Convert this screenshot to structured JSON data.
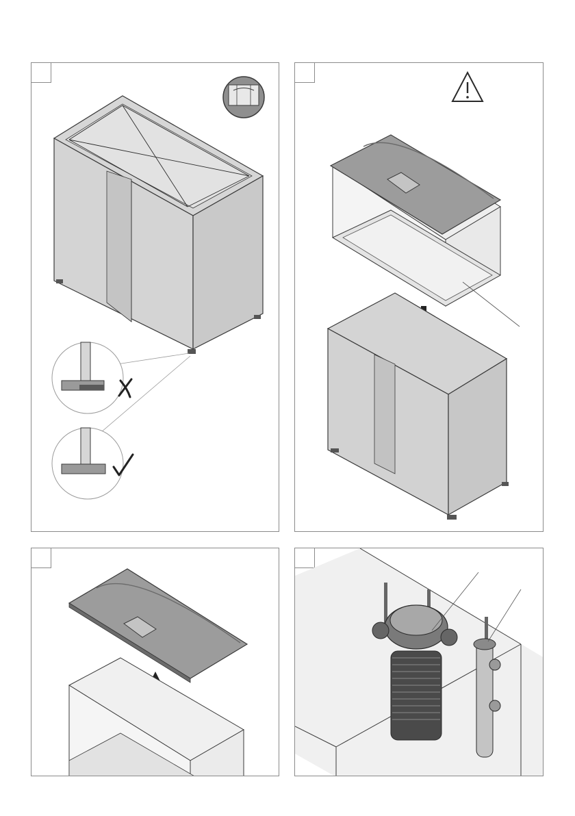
{
  "panels": [
    {
      "id": "stand-level",
      "step_number": ""
    },
    {
      "id": "aquarium-placement",
      "step_number": ""
    },
    {
      "id": "cover-removal",
      "step_number": ""
    },
    {
      "id": "filter-heater",
      "step_number": ""
    }
  ],
  "icons": {
    "level": "spirit-level-icon",
    "warning": "warning-triangle-icon",
    "incorrect": "cross-mark-icon",
    "correct": "check-mark-icon",
    "arrow_down": "arrow-down-icon",
    "arrow_up": "arrow-up-icon"
  },
  "colors": {
    "stand": "#d4d4d4",
    "stand_dark": "#bdbdbd",
    "glass": "#ededed",
    "cover": "#9c9c9c",
    "cover_dark": "#6b6b6b",
    "outline": "#3a3a3a"
  },
  "footer": ""
}
